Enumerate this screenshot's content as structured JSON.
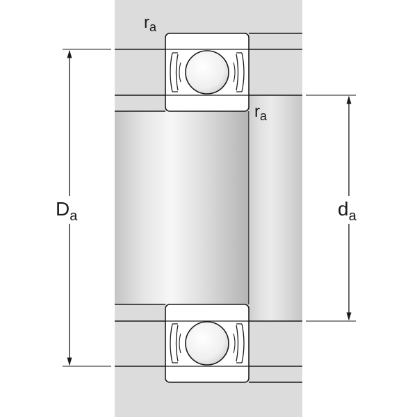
{
  "labels": {
    "fillet_top": "r",
    "fillet_top_sub": "a",
    "fillet_bore": "r",
    "fillet_bore_sub": "a",
    "housing_diameter": "D",
    "housing_diameter_sub": "a",
    "shaft_diameter": "d",
    "shaft_diameter_sub": "a"
  },
  "colors": {
    "housing_fill": "#dcdcdc",
    "shaft_light": "#f4f4f4",
    "shaft_dark": "#bdbdbd",
    "line": "#1a1a1a",
    "bearing_fill": "#ffffff"
  }
}
